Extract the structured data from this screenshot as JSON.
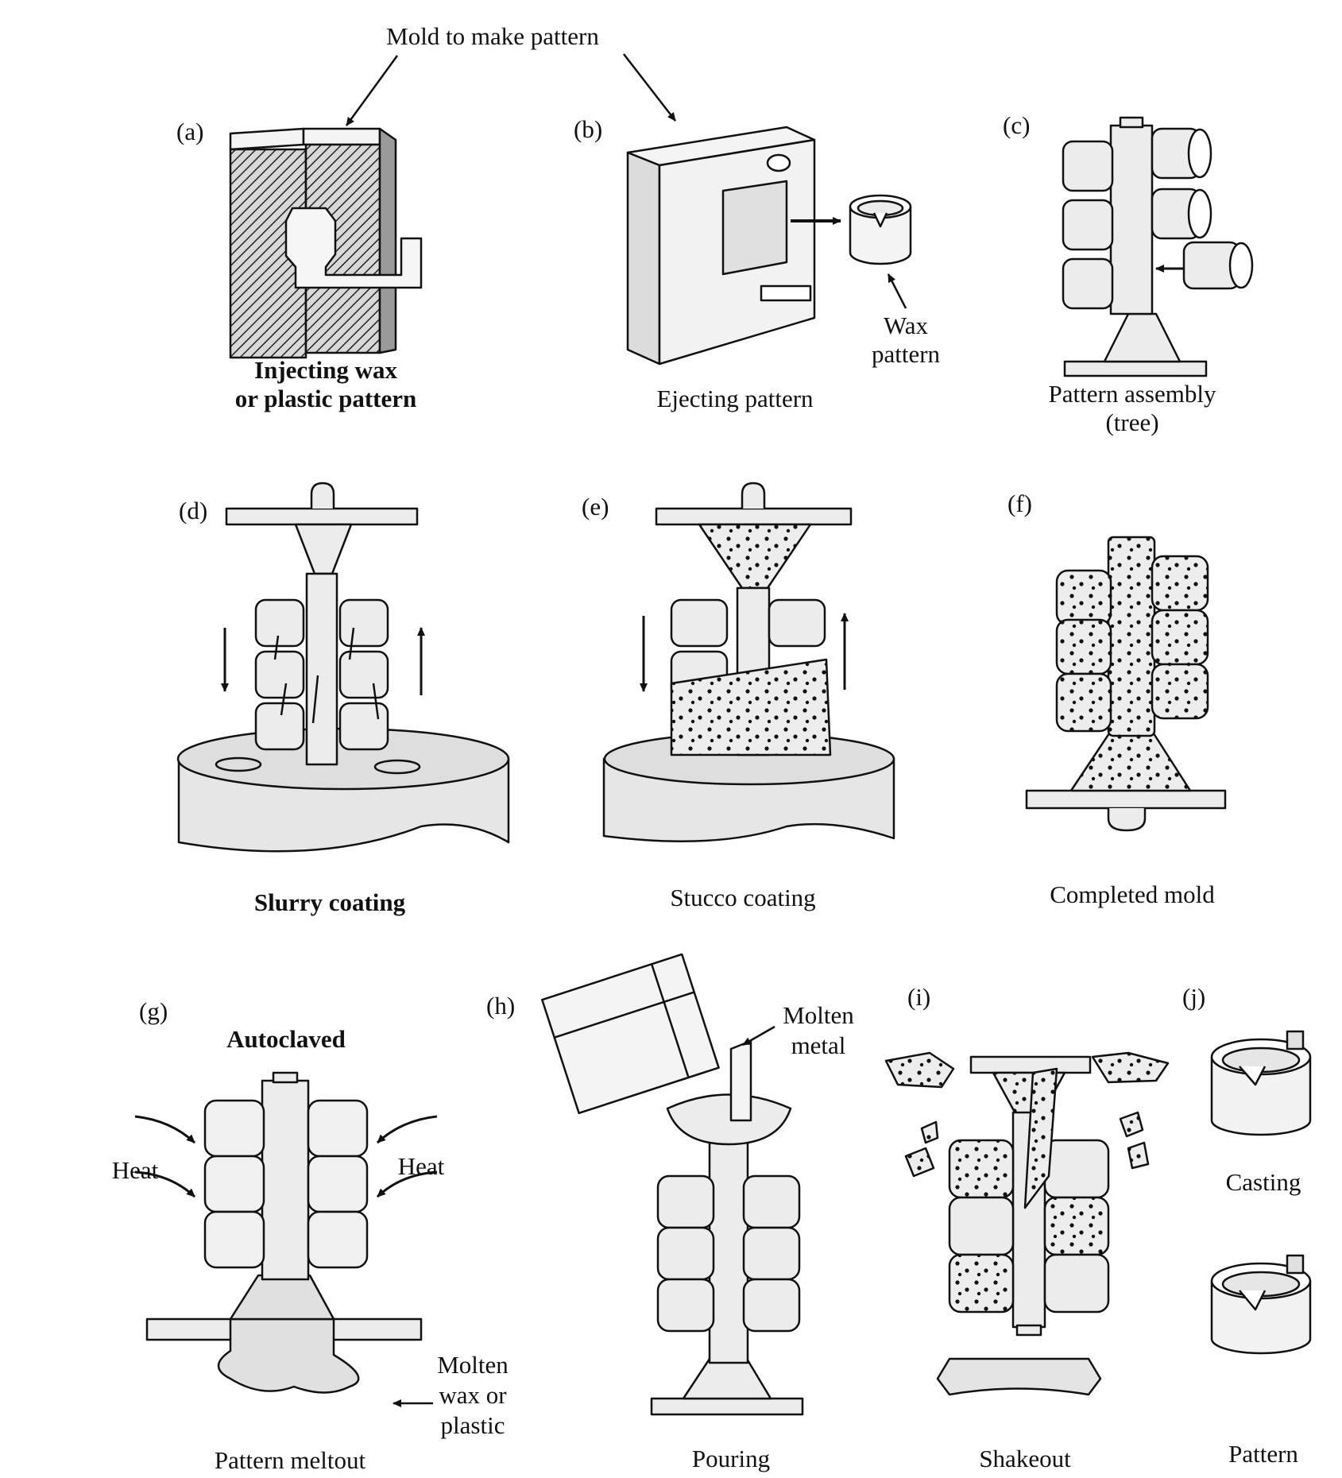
{
  "title": "Mold to make pattern",
  "panels": {
    "a": {
      "letter": "(a)",
      "caption1": "Injecting wax",
      "caption2": "or plastic pattern"
    },
    "b": {
      "letter": "(b)",
      "caption": "Ejecting pattern",
      "wax1": "Wax",
      "wax2": "pattern"
    },
    "c": {
      "letter": "(c)",
      "caption1": "Pattern assembly",
      "caption2": "(tree)"
    },
    "d": {
      "letter": "(d)",
      "caption": "Slurry coating"
    },
    "e": {
      "letter": "(e)",
      "caption": "Stucco coating"
    },
    "f": {
      "letter": "(f)",
      "caption": "Completed mold"
    },
    "g": {
      "letter": "(g)",
      "top": "Autoclaved",
      "heat_left": "Heat",
      "heat_right": "Heat",
      "molten1": "Molten",
      "molten2": "wax or",
      "molten3": "plastic",
      "caption": "Pattern meltout"
    },
    "h": {
      "letter": "(h)",
      "metal1": "Molten",
      "metal2": "metal",
      "caption": "Pouring"
    },
    "i": {
      "letter": "(i)",
      "caption": "Shakeout"
    },
    "j": {
      "letter": "(j)",
      "casting": "Casting",
      "pattern": "Pattern"
    }
  },
  "colors": {
    "ink": "#111111",
    "fill": "#ececec",
    "paper": "#ffffff"
  }
}
